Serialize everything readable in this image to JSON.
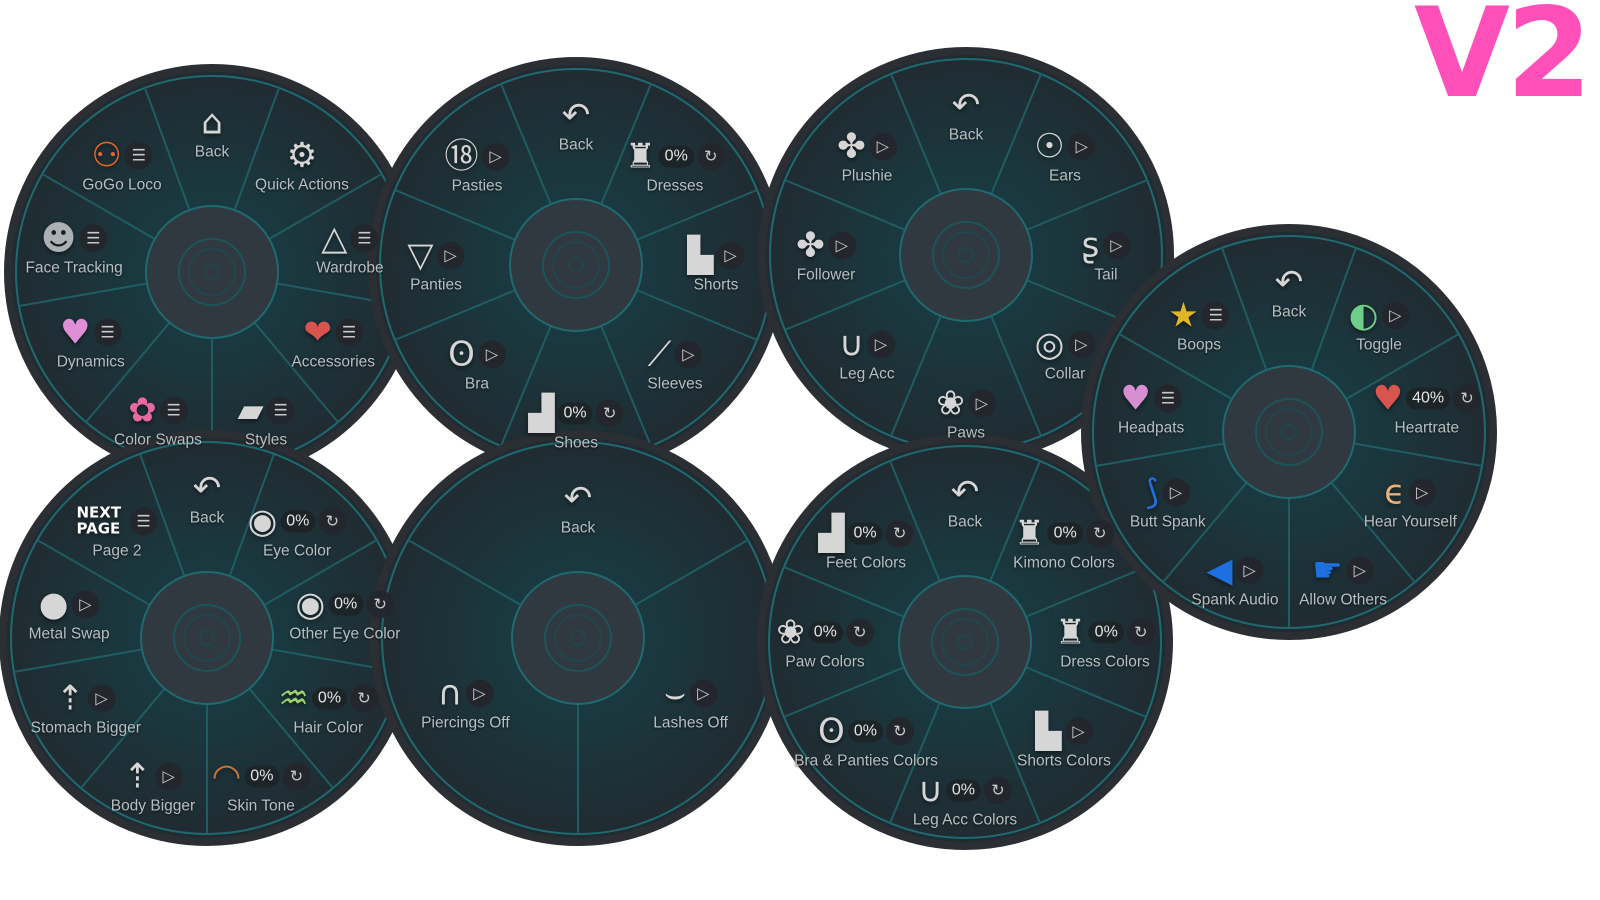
{
  "version_label": "V2",
  "colors": {
    "accent": "#ff4fb8",
    "ring": "#1f6a70",
    "hub": "#30393f",
    "border": "#2b2f33"
  },
  "menus": [
    {
      "id": "main",
      "items": [
        {
          "label": "Back",
          "icon": "home-back-icon",
          "glyph": "⌂",
          "badge": "none"
        },
        {
          "label": "Quick Actions",
          "icon": "gear-icon",
          "glyph": "⚙",
          "badge": "none"
        },
        {
          "label": "Wardrobe",
          "icon": "hanger-icon",
          "glyph": "△",
          "badge": "list"
        },
        {
          "label": "Accessories",
          "icon": "heart-folder-icon",
          "glyph": "❤",
          "badge": "list",
          "color": "#d9534f"
        },
        {
          "label": "Styles",
          "icon": "folder-icon",
          "glyph": "▰",
          "badge": "list"
        },
        {
          "label": "Color Swaps",
          "icon": "color-folder-icon",
          "glyph": "✿",
          "badge": "list",
          "color": "#e86aa0"
        },
        {
          "label": "Dynamics",
          "icon": "heart-star-icon",
          "glyph": "♥",
          "badge": "list",
          "color": "#de8fd6"
        },
        {
          "label": "Face Tracking",
          "icon": "face-icon",
          "glyph": "☻",
          "badge": "list",
          "color": "#aab0b3"
        },
        {
          "label": "GoGo Loco",
          "icon": "gogo-loco-icon",
          "glyph": "⚇",
          "badge": "list",
          "color": "#e8662a"
        }
      ]
    },
    {
      "id": "clothing",
      "items": [
        {
          "label": "Back",
          "icon": "back-arrow-icon",
          "glyph": "↶",
          "badge": "none"
        },
        {
          "label": "Dresses",
          "icon": "dress-icon",
          "glyph": "♜",
          "badge": "refresh",
          "percent": "0%"
        },
        {
          "label": "Shorts",
          "icon": "shorts-icon",
          "glyph": "▙",
          "badge": "play"
        },
        {
          "label": "Sleeves",
          "icon": "sleeve-icon",
          "glyph": "⟋",
          "badge": "play"
        },
        {
          "label": "Shoes",
          "icon": "shoe-icon",
          "glyph": "▟",
          "badge": "refresh",
          "percent": "0%"
        },
        {
          "label": "Bra",
          "icon": "bra-icon",
          "glyph": "ʘ",
          "badge": "play"
        },
        {
          "label": "Panties",
          "icon": "panties-icon",
          "glyph": "▽",
          "badge": "play"
        },
        {
          "label": "Pasties",
          "icon": "eighteen-plus-icon",
          "glyph": "⑱",
          "badge": "play"
        }
      ]
    },
    {
      "id": "accessories",
      "items": [
        {
          "label": "Back",
          "icon": "back-arrow-icon",
          "glyph": "↶",
          "badge": "none"
        },
        {
          "label": "Ears",
          "icon": "cat-ears-icon",
          "glyph": "☉",
          "badge": "play"
        },
        {
          "label": "Tail",
          "icon": "tail-icon",
          "glyph": "ʂ",
          "badge": "play"
        },
        {
          "label": "Collar",
          "icon": "collar-icon",
          "glyph": "◎",
          "badge": "play"
        },
        {
          "label": "Paws",
          "icon": "paw-icon",
          "glyph": "❀",
          "badge": "play"
        },
        {
          "label": "Leg Acc",
          "icon": "chain-icon",
          "glyph": "∪",
          "badge": "play"
        },
        {
          "label": "Follower",
          "icon": "paw-plush-icon",
          "glyph": "✤",
          "badge": "play"
        },
        {
          "label": "Plushie",
          "icon": "paw-plush-icon",
          "glyph": "✤",
          "badge": "play"
        }
      ]
    },
    {
      "id": "interactions",
      "items": [
        {
          "label": "Back",
          "icon": "back-arrow-icon",
          "glyph": "↶",
          "badge": "none"
        },
        {
          "label": "Toggle",
          "icon": "toggle-icon",
          "glyph": "◐",
          "badge": "play",
          "color": "#6fcf8a"
        },
        {
          "label": "Heartrate",
          "icon": "heartrate-icon",
          "glyph": "♥",
          "badge": "refresh",
          "percent": "40%",
          "color": "#d9534f"
        },
        {
          "label": "Hear Yourself",
          "icon": "ear-icon",
          "glyph": "ϵ",
          "badge": "play",
          "color": "#e8b07a"
        },
        {
          "label": "Allow Others",
          "icon": "hand-icon",
          "glyph": "☛",
          "badge": "play",
          "color": "#1e6fe0"
        },
        {
          "label": "Spank Audio",
          "icon": "speaker-icon",
          "glyph": "◀",
          "badge": "play",
          "color": "#1e6fe0"
        },
        {
          "label": "Butt Spank",
          "icon": "body-outline-icon",
          "glyph": "⟆",
          "badge": "play",
          "color": "#1e6fe0"
        },
        {
          "label": "Headpats",
          "icon": "heart-icon",
          "glyph": "♥",
          "badge": "list",
          "color": "#d68fd0"
        },
        {
          "label": "Boops",
          "icon": "star-icon",
          "glyph": "★",
          "badge": "list",
          "color": "#e0b526"
        }
      ]
    },
    {
      "id": "body",
      "items": [
        {
          "label": "Back",
          "icon": "back-arrow-icon",
          "glyph": "↶",
          "badge": "none"
        },
        {
          "label": "Eye Color",
          "icon": "eye-icon",
          "glyph": "◉",
          "badge": "refresh",
          "percent": "0%"
        },
        {
          "label": "Other Eye Color",
          "icon": "eye-icon",
          "glyph": "◉",
          "badge": "refresh",
          "percent": "0%"
        },
        {
          "label": "Hair Color",
          "icon": "hair-icon",
          "glyph": "♒",
          "badge": "refresh",
          "percent": "0%",
          "color": "#9fd06a"
        },
        {
          "label": "Skin Tone",
          "icon": "skin-gauge-icon",
          "glyph": "◠",
          "badge": "refresh",
          "percent": "0%",
          "color": "#c8763a"
        },
        {
          "label": "Body Bigger",
          "icon": "resize-icon",
          "glyph": "⇡",
          "badge": "play"
        },
        {
          "label": "Stomach Bigger",
          "icon": "resize-icon",
          "glyph": "⇡",
          "badge": "play"
        },
        {
          "label": "Metal Swap",
          "icon": "matcap-sphere-icon",
          "glyph": "●",
          "badge": "play"
        },
        {
          "label": "Page 2",
          "icon": "next-page-icon",
          "glyph": "NEXT PAGE",
          "badge": "list",
          "color": "#ffffff"
        }
      ]
    },
    {
      "id": "toggles",
      "items": [
        {
          "label": "Back",
          "icon": "back-arrow-icon",
          "glyph": "↶",
          "badge": "none"
        },
        {
          "label": "Lashes Off",
          "icon": "lashes-icon",
          "glyph": "⌣",
          "badge": "play"
        },
        {
          "label": "Piercings Off",
          "icon": "piercing-icon",
          "glyph": "∩",
          "badge": "play"
        }
      ]
    },
    {
      "id": "colors",
      "items": [
        {
          "label": "Back",
          "icon": "back-arrow-icon",
          "glyph": "↶",
          "badge": "none"
        },
        {
          "label": "Kimono Colors",
          "icon": "kimono-icon",
          "glyph": "♜",
          "badge": "refresh",
          "percent": "0%"
        },
        {
          "label": "Dress Colors",
          "icon": "dress-shirt-icon",
          "glyph": "♜",
          "badge": "refresh",
          "percent": "0%"
        },
        {
          "label": "Shorts Colors",
          "icon": "shorts-icon",
          "glyph": "▙",
          "badge": "play"
        },
        {
          "label": "Leg Acc Colors",
          "icon": "chain-icon",
          "glyph": "∪",
          "badge": "refresh",
          "percent": "0%"
        },
        {
          "label": "Bra & Panties Colors",
          "icon": "bra-icon",
          "glyph": "ʘ",
          "badge": "refresh",
          "percent": "0%"
        },
        {
          "label": "Paw Colors",
          "icon": "paw-icon",
          "glyph": "❀",
          "badge": "refresh",
          "percent": "0%"
        },
        {
          "label": "Feet Colors",
          "icon": "boot-icon",
          "glyph": "▟",
          "badge": "refresh",
          "percent": "0%"
        }
      ]
    }
  ]
}
